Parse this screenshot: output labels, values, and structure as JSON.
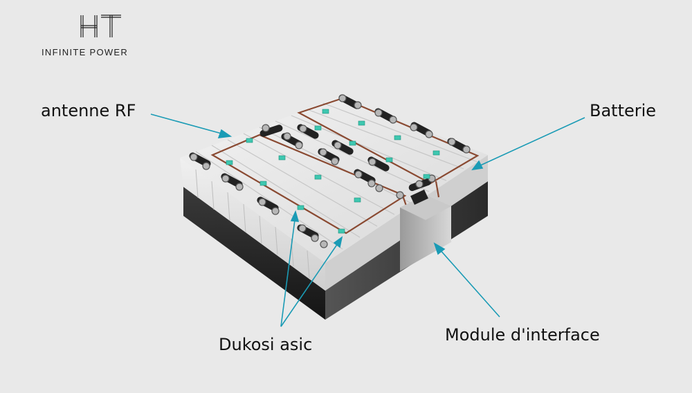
{
  "brand": {
    "logo_text": "HT",
    "tagline": "INFINITE POWER"
  },
  "labels": {
    "rf_antenna": "antenne RF",
    "battery": "Batterie",
    "asic": "Dukosi asic",
    "interface_module": "Module d'interface"
  },
  "colors": {
    "background": "#e9e9e9",
    "callout_line": "#1a9bb5",
    "antenna_trace": "#8a4a32",
    "asic_chip": "#3ec7b0",
    "housing_dark": "#2b2b2b",
    "cell_light": "#e2e2e2"
  }
}
